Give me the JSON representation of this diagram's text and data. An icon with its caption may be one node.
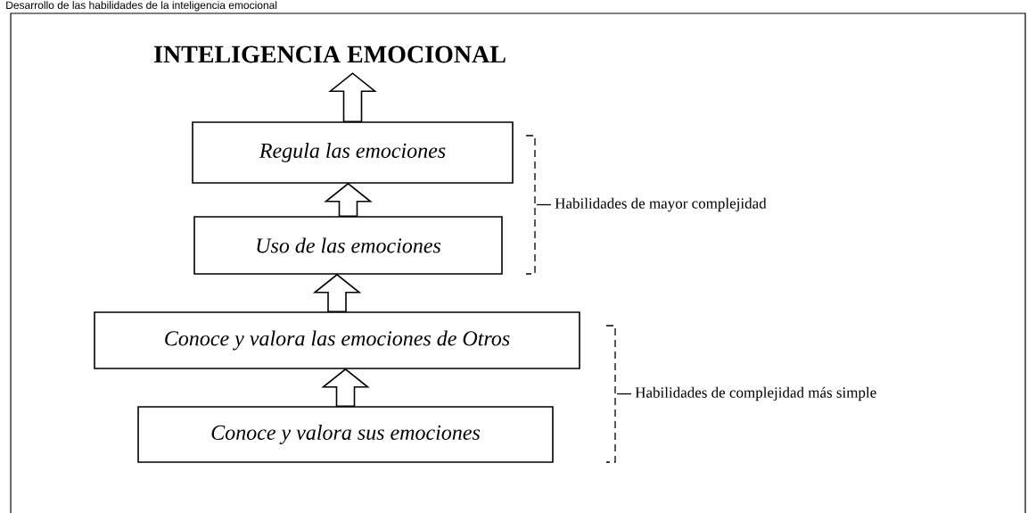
{
  "diagram": {
    "caption": "Desarrollo de las habilidades de la inteligencia emocional",
    "nodes": [
      {
        "text": [
          "INTELIGENCIA EMOCIONAL"
        ]
      },
      {
        "text": [
          "Regula las emociones"
        ]
      },
      {
        "text": [
          "Uso de las emociones"
        ]
      },
      {
        "text": [
          "Conoce y valora las emociones de Otros"
        ]
      },
      {
        "text": [
          "Conoce y valora sus emociones"
        ]
      }
    ],
    "edges": [
      {
        "from": 4,
        "to": 3,
        "arrow": "to"
      },
      {
        "from": 3,
        "to": 2,
        "arrow": "to"
      },
      {
        "from": 2,
        "to": 1,
        "arrow": "to"
      },
      {
        "from": 1,
        "to": 0,
        "arrow": "to"
      }
    ],
    "labels": [
      "Habilidades de mayor complejidad",
      "Habilidades de complejidad más simple"
    ]
  }
}
